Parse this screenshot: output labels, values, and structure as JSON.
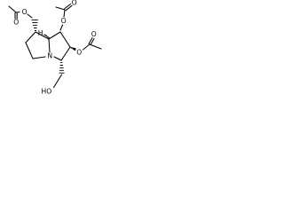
{
  "molecule": {
    "atoms": {
      "o_top_left": "O",
      "o_carbonyl_top_left": "O",
      "o_top_right": "O",
      "o_carbonyl_top_right": "O",
      "o_right": "O",
      "o_carbonyl_right": "O",
      "nitrogen": "N",
      "h_bridgehead": "H",
      "hydroxyl": "HO"
    }
  }
}
